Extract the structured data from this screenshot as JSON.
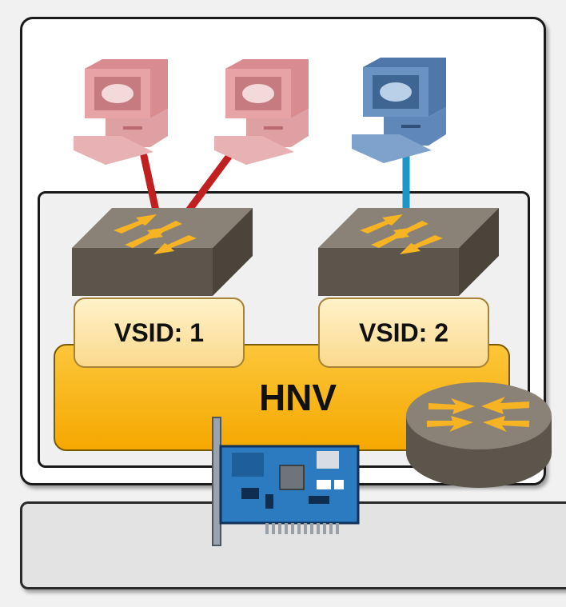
{
  "diagram": {
    "hnv_label": "HNV",
    "virtual_networks": [
      {
        "label": "VSID: 1",
        "color": "#e8a3a6",
        "vm_count": 2,
        "link_color": "#c0201f"
      },
      {
        "label": "VSID: 2",
        "color": "#6a93c2",
        "vm_count": 1,
        "link_color": "#1a97c7"
      }
    ],
    "colors": {
      "hnv_fill": "#f9b815",
      "vsid_fill": "#fde6a6",
      "switch_top": "#8a8276",
      "switch_side": "#5c554b",
      "arrow": "#f6b324",
      "nic_board": "#2c7ac0"
    },
    "icons": [
      "vm-computer-icon",
      "virtual-switch-icon",
      "router-icon",
      "network-card-icon"
    ]
  }
}
